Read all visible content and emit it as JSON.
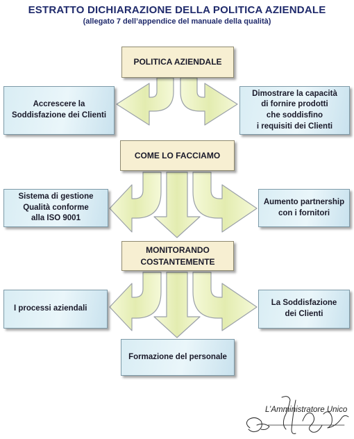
{
  "title": "ESTRATTO DICHIARAZIONE DELLA POLITICA AZIENDALE",
  "subtitle": "(allegato 7 dell’appendice del manuale della qualità)",
  "boxes": {
    "politica": "POLITICA AZIENDALE",
    "accrescere": "Accrescere la\nSoddisfazione dei Clienti",
    "dimostrare": "Dimostrare la capacità\ndi fornire prodotti\nche soddisfino\ni requisiti dei Clienti",
    "come": "COME LO FACCIAMO",
    "sistema": "Sistema di gestione\nQualità conforme\nalla ISO 9001",
    "partnership": "Aumento partnership\ncon i fornitori",
    "monitorando": "MONITORANDO\nCOSTANTEMENTE",
    "processi": "I processi aziendali",
    "soddisfazione": "La Soddisfazione\ndei Clienti",
    "formazione": "Formazione del personale"
  },
  "signature": {
    "label": "L’Amministratore Unico",
    "is_handwritten": true
  },
  "colors": {
    "title": "#1f2a6b",
    "header_box": "#f7efd2",
    "side_box": "#e2f1f7",
    "arrow_fill": "#eef5c4",
    "arrow_stroke": "#9aa0a8"
  }
}
